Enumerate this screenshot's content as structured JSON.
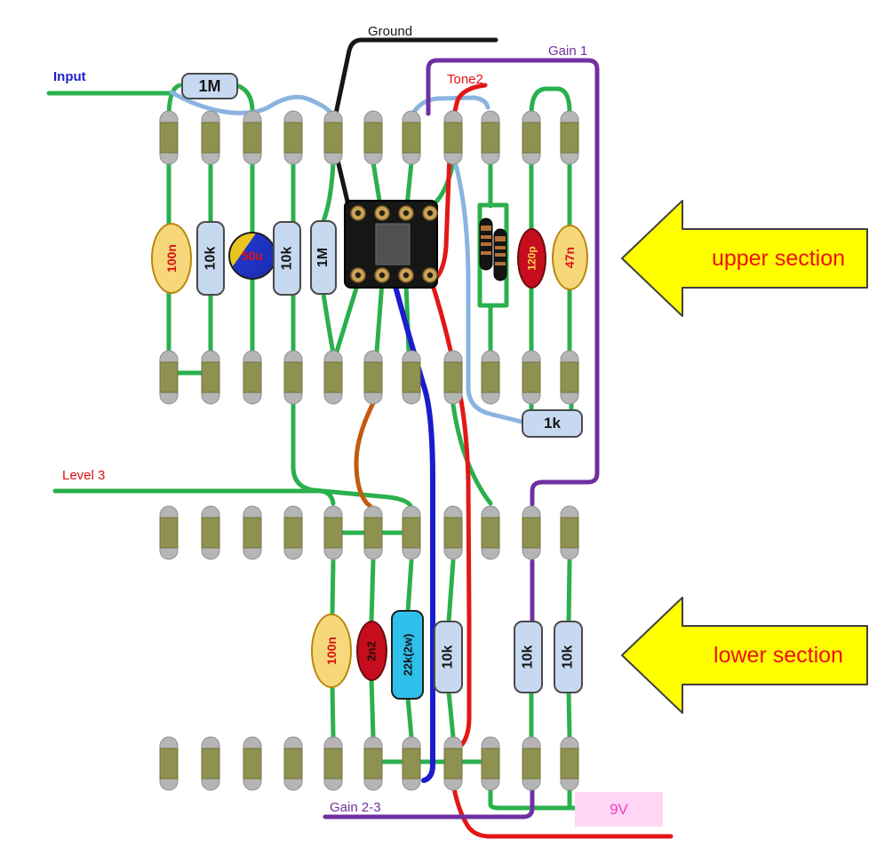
{
  "labels": {
    "input": "Input",
    "ground": "Ground",
    "gain1": "Gain 1",
    "tone2": "Tone2",
    "level3": "Level 3",
    "gain23": "Gain 2-3",
    "supply": "9V"
  },
  "sections": {
    "upper": "upper section",
    "lower": "lower section"
  },
  "components": {
    "r1m_jumper": "1M",
    "c100n_upper": "100n",
    "r10k_1": "10k",
    "c50u": "50u",
    "r10k_2": "10k",
    "r1m_vert": "1M",
    "c120p": "120p",
    "c47n": "47n",
    "r1k": "1k",
    "c100n_lower": "100n",
    "c2n2": "2n2",
    "r22k": "22k(2w)",
    "r10k_3": "10k",
    "r10k_4": "10k",
    "r10k_5": "10k"
  },
  "colors": {
    "wire_green": "#2ab04c",
    "wire_light_blue": "#8ab4e0",
    "wire_dark_blue": "#1c1ccd",
    "wire_red": "#e31717",
    "wire_purple": "#7030a0",
    "wire_orange": "#c25a11",
    "wire_black": "#161616",
    "arrow_yellow": "#ffff00",
    "section_text_red": "#ee1111",
    "supply_pink": "#ffd6f5"
  }
}
